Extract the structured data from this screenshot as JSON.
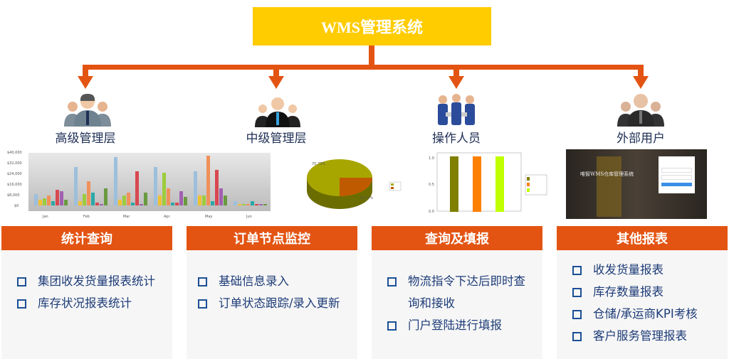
{
  "title": "WMS管理系统",
  "colors": {
    "title_bg": "#FFCC00",
    "accent": "#E35412",
    "text": "#1d3c78"
  },
  "roles": [
    {
      "label": "高级管理层",
      "icon": "executives-icon"
    },
    {
      "label": "中级管理层",
      "icon": "managers-icon"
    },
    {
      "label": "操作人员",
      "icon": "workers-icon"
    },
    {
      "label": "外部用户",
      "icon": "external-users-icon"
    }
  ],
  "thumbs": {
    "bar_ticks": [
      "$40,000",
      "$32,000",
      "$24,000",
      "$16,000",
      "$8,000",
      "$0"
    ],
    "bar_months": [
      "Jan",
      "Feb",
      "Mar",
      "Apr",
      "May",
      "Jun"
    ],
    "pie_labels": [
      "70.73%",
      "29.27%"
    ],
    "bar2_ticks": [
      "1.0",
      "0.5",
      "0.0"
    ],
    "login_title": "唯智WMS仓库管理系统"
  },
  "sections": [
    {
      "header": "统计查询",
      "items": [
        "集团收发货量报表统计",
        "库存状况报表统计"
      ]
    },
    {
      "header": "订单节点监控",
      "items": [
        "基础信息录入",
        "订单状态跟踪/录入更新"
      ]
    },
    {
      "header": "查询及填报",
      "items": [
        "物流指令下达后即时查询和接收",
        "门户登陆进行填报"
      ]
    },
    {
      "header": "其他报表",
      "items": [
        "收发货量报表",
        "库存数量报表",
        "仓储/承运商KPI考核",
        "客户服务管理报表"
      ]
    }
  ]
}
